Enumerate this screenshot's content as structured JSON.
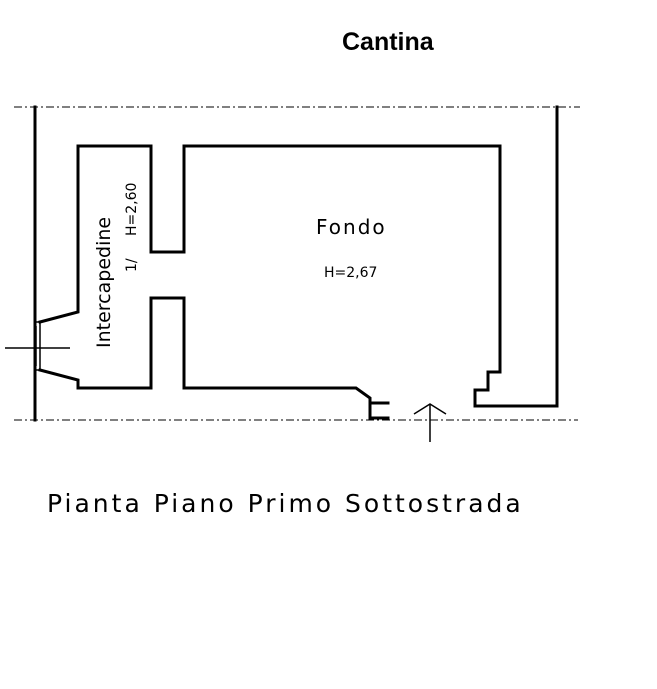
{
  "title": "Cantina",
  "rooms": {
    "main": {
      "name": "Fondo",
      "height": "H=2,67"
    },
    "side": {
      "name": "Intercapedine",
      "height": "H=2,60",
      "note": "1/"
    }
  },
  "caption": "Pianta Piano Primo Sottostrada",
  "entrance_marker": "arrow-up-icon"
}
